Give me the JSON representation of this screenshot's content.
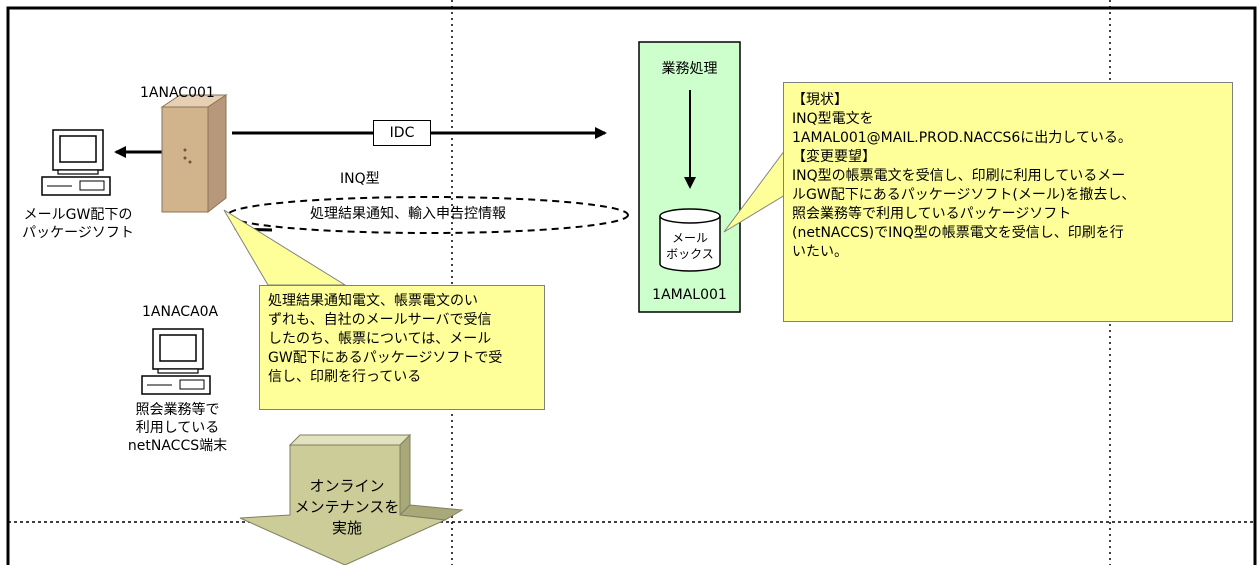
{
  "server": {
    "label": "1ANAC001"
  },
  "gw_pc": {
    "line1": "メールGW配下の",
    "line2": "パッケージソフト"
  },
  "idc": {
    "label": "IDC"
  },
  "inq": {
    "label": "INQ型"
  },
  "flow_ellipse": {
    "label": "処理結果通知、輸入申告控情報"
  },
  "mail_system": {
    "process_label": "業務処理",
    "mailbox_line1": "メール",
    "mailbox_line2": "ボックス",
    "id_label": "1AMAL001"
  },
  "terminal": {
    "id_label": "1ANACA0A",
    "line1": "照会業務等で",
    "line2": "利用している",
    "line3": "netNACCS端末"
  },
  "note_left": {
    "lines": [
      "処理結果通知電文、帳票電文のい",
      "ずれも、自社のメールサーバで受信",
      "したのち、帳票については、メール",
      "GW配下にあるパッケージソフトで受",
      "信し、印刷を行っている"
    ]
  },
  "note_right": {
    "lines": [
      "【現状】",
      "INQ型電文を",
      "1AMAL001@MAIL.PROD.NACCS6に出力している。",
      "【変更要望】",
      "INQ型の帳票電文を受信し、印刷に利用しているメー",
      "ルGW配下にあるパッケージソフト(メール)を撤去し、",
      "照会業務等で利用しているパッケージソフト",
      "(netNACCS)でINQ型の帳票電文を受信し、印刷を行",
      "いたい。"
    ]
  },
  "big_arrow": {
    "line1": "オンライン",
    "line2": "メンテナンスを",
    "line3": "実施"
  },
  "colors": {
    "callout": "#ffff99",
    "mail_box": "#ccffcc",
    "arrow": "#cccc99",
    "server": "#d2b48c"
  }
}
